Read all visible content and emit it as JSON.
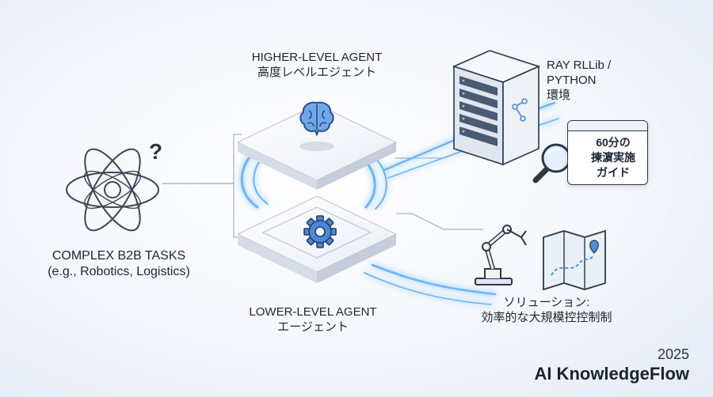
{
  "nodes": {
    "complex_tasks": {
      "line1": "COMPLEX B2B TASKS",
      "line2": "(e.g., Robotics, Logistics)"
    },
    "higher_agent": {
      "line1": "HIGHER-LEVEL AGENT",
      "line2": "高度レベルエジェント"
    },
    "lower_agent": {
      "line1": "LOWER-LEVEL AGENT",
      "line2": "エージェント"
    },
    "environment": {
      "line1": "RAY RLLib /",
      "line2": "PYTHON",
      "line3": "環境"
    },
    "guide": {
      "line1": "60分の",
      "line2": "揀濵実施",
      "line3": "ガイド"
    },
    "solution": {
      "line1": "ソリューション:",
      "line2": "効率的な大規模控控制制"
    }
  },
  "icons": [
    "atom-icon",
    "question-mark-icon",
    "brain-icon",
    "gear-icon",
    "server-icon",
    "magnifier-icon",
    "robot-arm-icon",
    "map-icon"
  ],
  "colors": {
    "glow": "#5aa9ff",
    "accent": "#3b82f6",
    "outline": "#2d3746"
  },
  "question_mark": "?",
  "footer": {
    "year": "2025",
    "brand": "AI KnowledgeFlow"
  }
}
